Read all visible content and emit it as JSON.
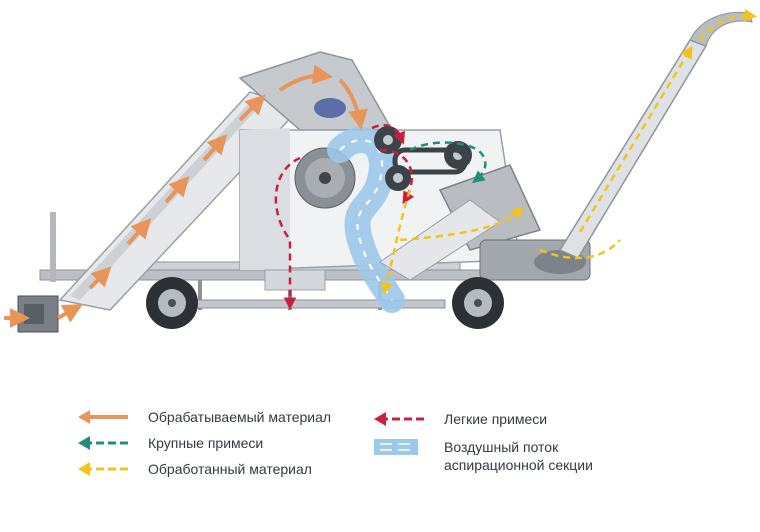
{
  "colors": {
    "processed_material": "#e9955a",
    "coarse_impurities": "#1f8f7a",
    "finished_material": "#f2c318",
    "light_impurities": "#c8203e",
    "air_flow": "#9cc8ea"
  },
  "legend": {
    "processed_material": {
      "label": "Обрабатываемый материал",
      "icon": "orange-arrow-icon"
    },
    "coarse_impurities": {
      "label": "Крупные примеси",
      "icon": "green-arrow-icon"
    },
    "finished_material": {
      "label": "Обработанный материал",
      "icon": "yellow-arrow-icon"
    },
    "light_impurities": {
      "label": "Легкие примеси",
      "icon": "red-arrow-icon"
    },
    "air_flow": {
      "label": "Воздушный поток\nаспирационной секции",
      "icon": "air-flow-icon"
    }
  }
}
